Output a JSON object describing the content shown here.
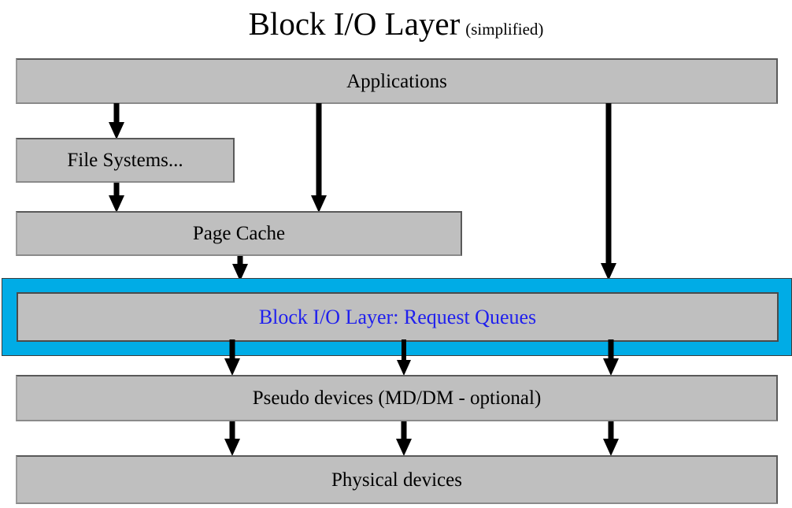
{
  "diagram": {
    "title": {
      "main": "Block I/O Layer",
      "sub": "(simplified)"
    },
    "colors": {
      "box_fill": "#bfbfbf",
      "box_border": "#595959",
      "highlight_band": "#00ace6",
      "highlight_text": "#2020ee",
      "arrow": "#000000",
      "background": "#ffffff"
    },
    "nodes": [
      {
        "id": "applications",
        "label": "Applications"
      },
      {
        "id": "file-systems",
        "label": "File Systems..."
      },
      {
        "id": "page-cache",
        "label": "Page Cache"
      },
      {
        "id": "block-io-layer",
        "label": "Block I/O Layer: Request Queues",
        "highlighted": true
      },
      {
        "id": "pseudo-devices",
        "label": "Pseudo devices (MD/DM - optional)"
      },
      {
        "id": "physical-devices",
        "label": "Physical devices"
      }
    ],
    "edges": [
      {
        "id": "apps-to-fs",
        "from": "applications",
        "to": "file-systems",
        "icon": "down-arrow-icon"
      },
      {
        "id": "apps-to-cache",
        "from": "applications",
        "to": "page-cache",
        "icon": "down-arrow-icon"
      },
      {
        "id": "apps-to-blockio",
        "from": "applications",
        "to": "block-io-layer",
        "icon": "down-arrow-icon"
      },
      {
        "id": "fs-to-cache",
        "from": "file-systems",
        "to": "page-cache",
        "icon": "down-arrow-icon"
      },
      {
        "id": "cache-to-blockio",
        "from": "page-cache",
        "to": "block-io-layer",
        "icon": "down-arrow-icon"
      },
      {
        "id": "blockio-to-pseudo-left",
        "from": "block-io-layer",
        "to": "pseudo-devices",
        "icon": "down-arrow-icon"
      },
      {
        "id": "blockio-to-pseudo-center",
        "from": "block-io-layer",
        "to": "pseudo-devices",
        "icon": "down-arrow-icon"
      },
      {
        "id": "blockio-to-pseudo-right",
        "from": "block-io-layer",
        "to": "pseudo-devices",
        "icon": "down-arrow-icon"
      },
      {
        "id": "pseudo-to-physical-left",
        "from": "pseudo-devices",
        "to": "physical-devices",
        "icon": "down-arrow-icon"
      },
      {
        "id": "pseudo-to-physical-center",
        "from": "pseudo-devices",
        "to": "physical-devices",
        "icon": "down-arrow-icon"
      },
      {
        "id": "pseudo-to-physical-right",
        "from": "pseudo-devices",
        "to": "physical-devices",
        "icon": "down-arrow-icon"
      }
    ]
  }
}
